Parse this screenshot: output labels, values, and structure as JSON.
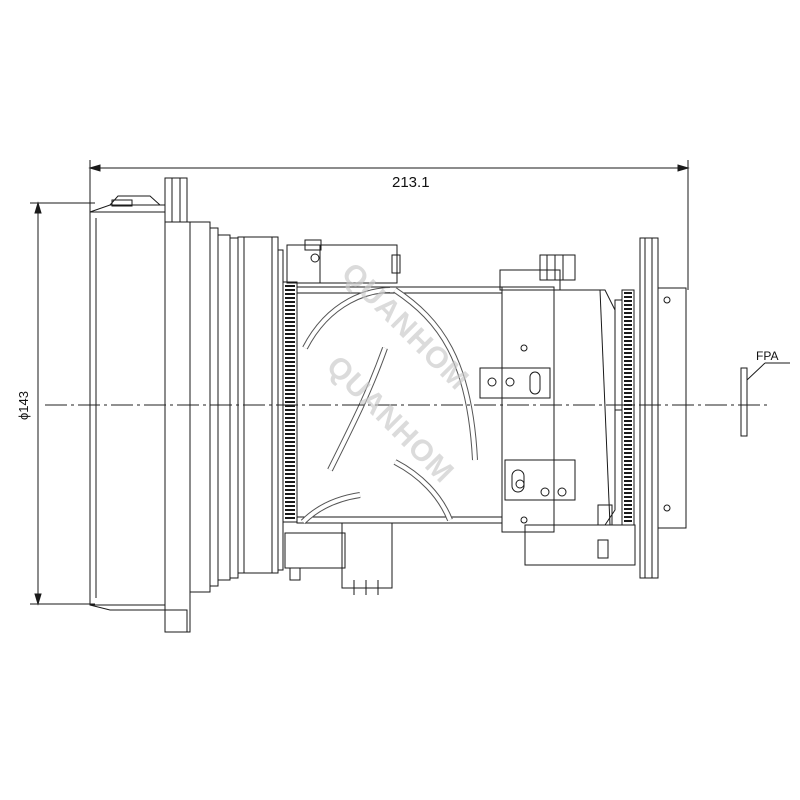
{
  "dimensions": {
    "overall_length": "213.1",
    "diameter": "ϕ143",
    "focal_plane": "FPA"
  },
  "watermark": {
    "text": "QUANHOM"
  },
  "colors": {
    "line": "#1a1a1a",
    "center_line": "#222222",
    "watermark": "#c8c8c8",
    "background": "#ffffff"
  }
}
